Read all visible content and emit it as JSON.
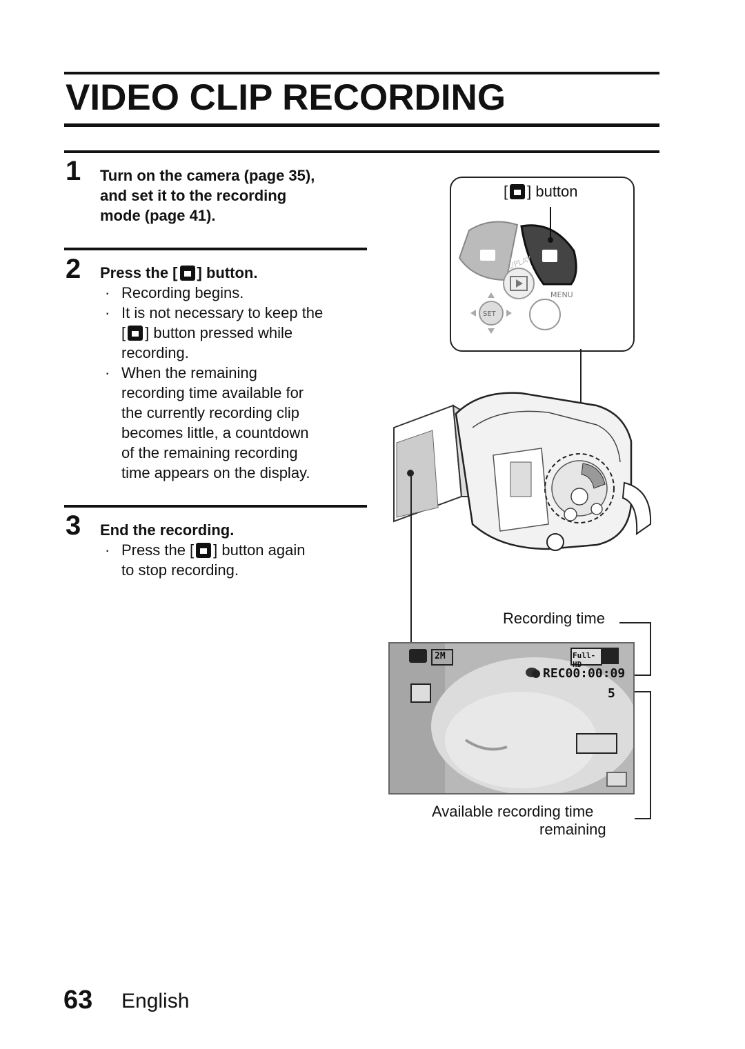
{
  "title": "VIDEO CLIP RECORDING",
  "steps": [
    {
      "number": "1",
      "heading_lines": [
        "Turn on the camera (page 35),",
        "and set it to the recording",
        "mode (page 41)."
      ]
    },
    {
      "number": "2",
      "heading_pre": "Press the [",
      "heading_post": "] button.",
      "bullets": [
        {
          "lines": [
            "Recording begins."
          ]
        },
        {
          "lines": [
            "It is not necessary to keep the"
          ],
          "icon_line_pre": "[",
          "icon_line_post": "] button pressed while",
          "tail_lines": [
            "recording."
          ]
        },
        {
          "lines": [
            "When the remaining",
            "recording time available for",
            "the currently recording clip",
            "becomes little, a countdown",
            "of the remaining recording",
            "time appears on the display."
          ]
        }
      ]
    },
    {
      "number": "3",
      "heading": "End the recording.",
      "bullet_pre": "Press the [",
      "bullet_post": "] button again",
      "bullet_tail": "to stop recording."
    }
  ],
  "bullet_char": "·",
  "callouts": {
    "button_label_pre": "[",
    "button_label_post": "] button",
    "recording_time": "Recording time",
    "available_line1": "Available recording time",
    "available_line2": "remaining"
  },
  "control_panel": {
    "rec_play_label": "REC/PLAY",
    "set_label": "SET",
    "menu_label": "MENU"
  },
  "lcd": {
    "image_size": "2M",
    "mode": "Full-HD",
    "rec_timer": "REC00:00:09",
    "countdown": "5"
  },
  "footer": {
    "page_number": "63",
    "language": "English"
  }
}
